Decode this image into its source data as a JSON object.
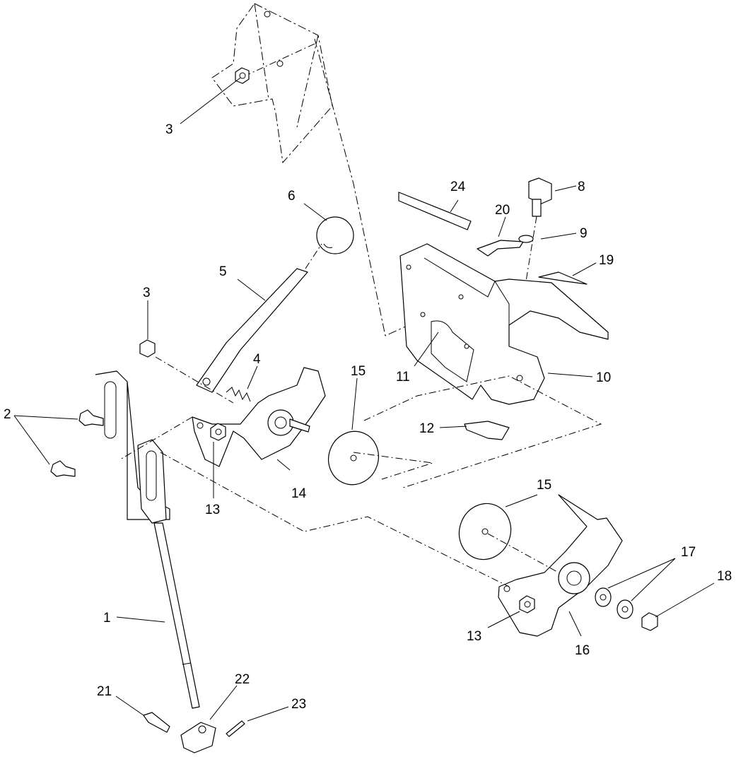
{
  "callouts": [
    {
      "id": "1",
      "text": "1"
    },
    {
      "id": "2",
      "text": "2"
    },
    {
      "id": "3a",
      "text": "3"
    },
    {
      "id": "3b",
      "text": "3"
    },
    {
      "id": "4",
      "text": "4"
    },
    {
      "id": "5",
      "text": "5"
    },
    {
      "id": "6",
      "text": "6"
    },
    {
      "id": "8",
      "text": "8"
    },
    {
      "id": "9",
      "text": "9"
    },
    {
      "id": "10",
      "text": "10"
    },
    {
      "id": "11",
      "text": "11"
    },
    {
      "id": "12",
      "text": "12"
    },
    {
      "id": "13a",
      "text": "13"
    },
    {
      "id": "13b",
      "text": "13"
    },
    {
      "id": "14",
      "text": "14"
    },
    {
      "id": "15a",
      "text": "15"
    },
    {
      "id": "15b",
      "text": "15"
    },
    {
      "id": "16",
      "text": "16"
    },
    {
      "id": "17",
      "text": "17"
    },
    {
      "id": "18",
      "text": "18"
    },
    {
      "id": "19",
      "text": "19"
    },
    {
      "id": "20",
      "text": "20"
    },
    {
      "id": "21",
      "text": "21"
    },
    {
      "id": "22",
      "text": "22"
    },
    {
      "id": "23",
      "text": "23"
    },
    {
      "id": "24",
      "text": "24"
    }
  ],
  "colors": {
    "line": "#000000",
    "background": "#ffffff"
  }
}
